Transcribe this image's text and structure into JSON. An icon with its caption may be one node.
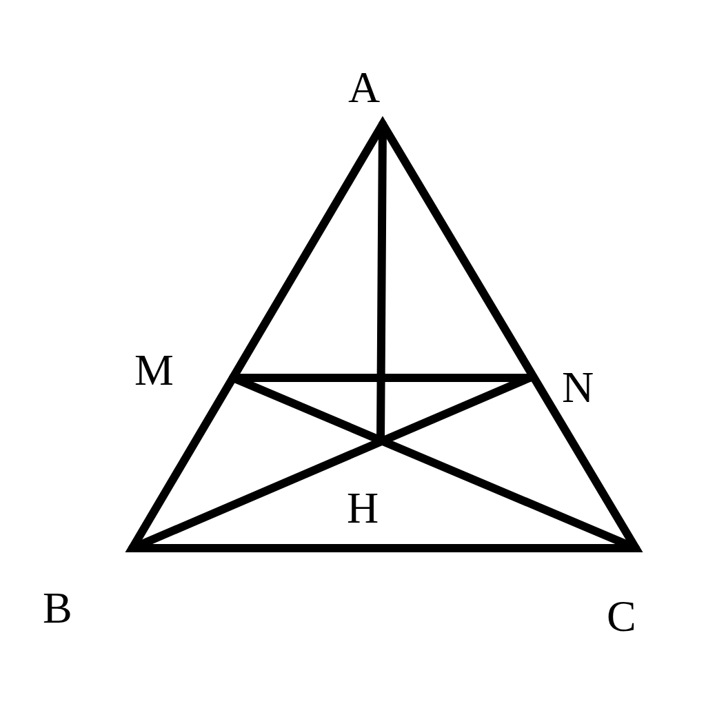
{
  "diagram": {
    "labels": [
      "A",
      "M",
      "N",
      "H",
      "B",
      "C"
    ]
  }
}
